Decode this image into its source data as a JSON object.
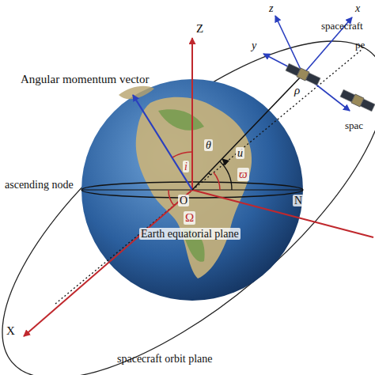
{
  "diagram": {
    "labels": [
      "Z",
      "z",
      "x",
      "y",
      "spacecraft",
      "pe",
      "ρ",
      "spac",
      "Angular momentum vector",
      "i",
      "θ",
      "u",
      "ϖ",
      "ascending node",
      "O",
      "N",
      "Ω",
      "Earth equatorial plane",
      "X",
      "spacecraft orbit plane"
    ]
  }
}
